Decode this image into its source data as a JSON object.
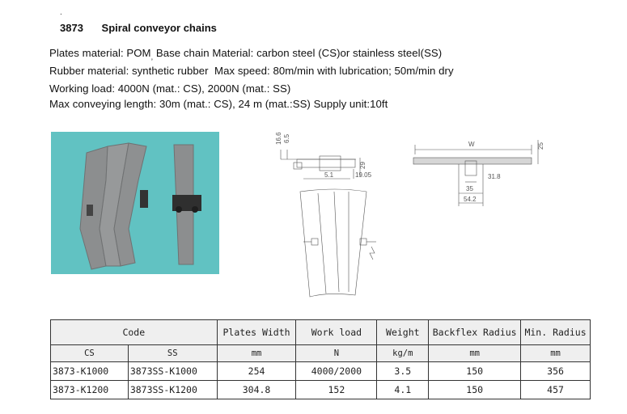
{
  "header": {
    "dot": ".",
    "code": "3873",
    "title": "Spiral conveyor chains"
  },
  "specs": {
    "line1a": "Plates material: POM",
    "line1sep": ",",
    "line1b": " Base chain Material: carbon steel (CS)or stainless steel(SS)",
    "line2a": "Rubber material: synthetic rubber",
    "line2b": "  Max speed: 80m/min with lubrication; 50m/min dry",
    "line3": "Working load: 4000N (mat.: CS), 2000N (mat.: SS)",
    "line4a": "Max conveying length: 30m (mat.: CS), 24 m (mat.:SS)",
    "line4b": " Supply unit:10ft"
  },
  "drawing": {
    "dim_16_6": "16.6",
    "dim_6_5": "6.5",
    "dim_29": "29",
    "dim_5_1": "5.1",
    "dim_19_05": "19.05",
    "dim_W": "W",
    "dim_25": "25",
    "dim_31_8": "31.8",
    "dim_35": "35",
    "dim_54_2": "54.2"
  },
  "table": {
    "headers": {
      "code": "Code",
      "plates_width": "Plates Width",
      "work_load": "Work load",
      "weight": "Weight",
      "backflex_radius": "Backflex Radius",
      "min_radius": "Min. Radius"
    },
    "units": {
      "cs": "CS",
      "ss": "SS",
      "plates_width": "mm",
      "work_load": "N",
      "weight": "kg/m",
      "backflex_radius": "mm",
      "min_radius": "mm"
    },
    "rows": [
      {
        "cs": "3873-K1000",
        "ss": "3873SS-K1000",
        "plates_width": "254",
        "work_load": "4000/2000",
        "weight": "3.5",
        "backflex_radius": "150",
        "min_radius": "356"
      },
      {
        "cs": "3873-K1200",
        "ss": "3873SS-K1200",
        "plates_width": "304.8",
        "work_load": "152",
        "weight": "4.1",
        "backflex_radius": "150",
        "min_radius": "457"
      }
    ]
  },
  "colors": {
    "photo_background": "#61c2c2",
    "plate_gray": "#8c8e8f",
    "table_header_bg": "#efefef"
  }
}
